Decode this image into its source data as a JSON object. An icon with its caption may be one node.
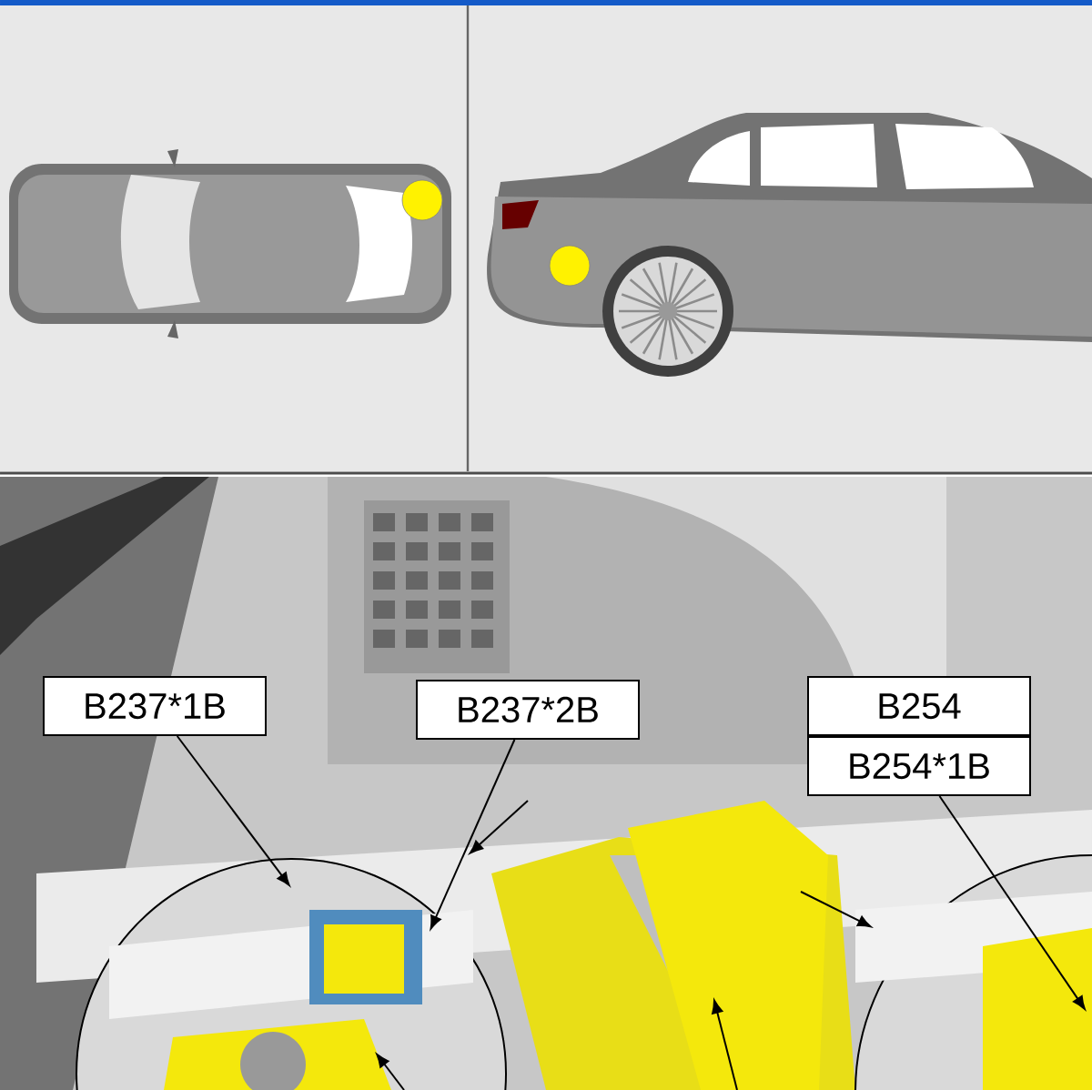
{
  "diagram": {
    "nodes": [
      {
        "text": [
          "B237*1B"
        ]
      },
      {
        "text": [
          "B237*2B"
        ]
      },
      {
        "text": [
          "B254"
        ]
      },
      {
        "text": [
          "B254*1B"
        ]
      }
    ],
    "edges": [
      {
        "from": 0,
        "to": null,
        "arrow": "to"
      },
      {
        "from": 1,
        "to": null,
        "arrow": "to"
      },
      {
        "from": 3,
        "to": null,
        "arrow": "to"
      }
    ]
  }
}
